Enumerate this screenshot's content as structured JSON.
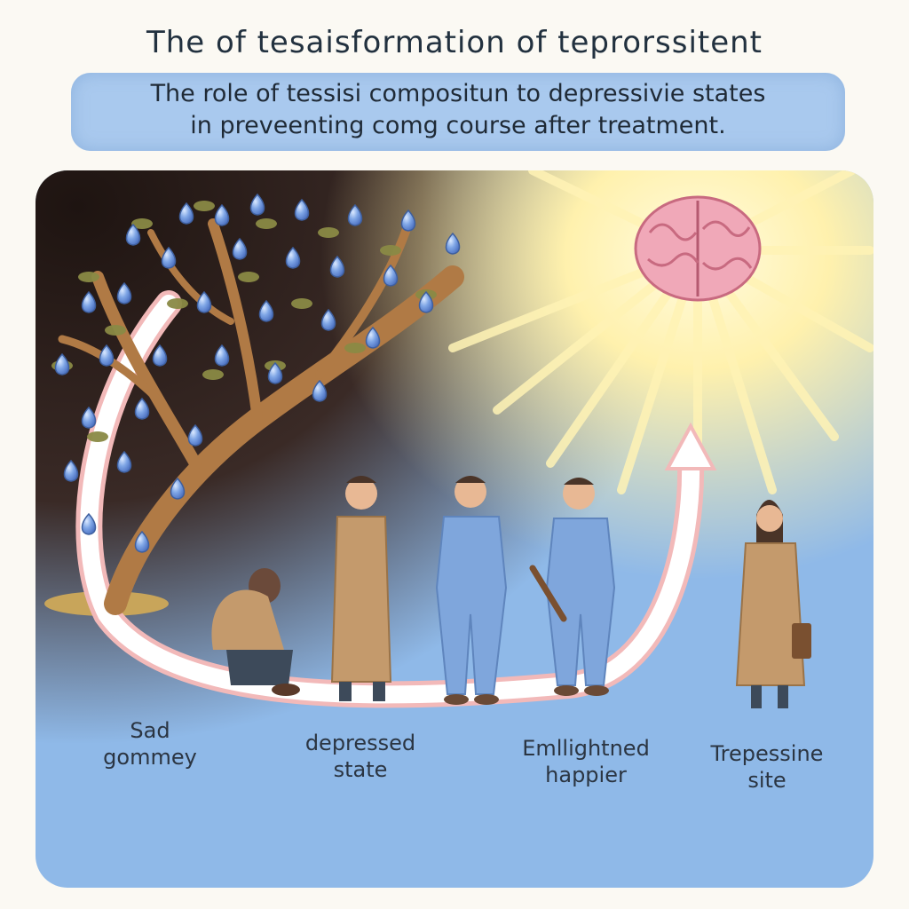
{
  "header": {
    "title": "The of tesaisformation of teprorssitent",
    "subtitle_line1": "The role of tessisi compositun to depressivie states",
    "subtitle_line2": "in preveenting  comg course after treatment."
  },
  "stages": [
    {
      "line1": "Sad",
      "line2": "gommey"
    },
    {
      "line1": "depressed",
      "line2": "state"
    },
    {
      "line1": "Emllightned",
      "line2": "happier"
    },
    {
      "line1": "Trepessine",
      "line2": "site"
    }
  ],
  "colors": {
    "sky": "#8fb9e8",
    "dark_sky": "#2b1d19",
    "sun_glow": "#fff2b0",
    "brain": "#f0a8b8",
    "coat": "#c49a6c",
    "pajama": "#7fa6dc",
    "path": "#ffffff",
    "path_edge": "#f2b9b9"
  },
  "icons": [
    "tree-icon",
    "raindrop-icon",
    "brain-icon",
    "arrow-path-icon",
    "person-icon",
    "briefcase-icon"
  ]
}
